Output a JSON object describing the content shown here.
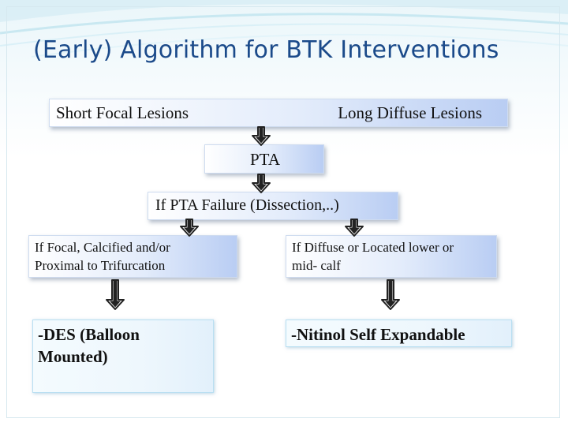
{
  "title": "(Early) Algorithm for BTK Interventions",
  "boxes": {
    "lesions": {
      "left_label": "Short Focal Lesions",
      "right_label": "Long Diffuse Lesions"
    },
    "pta": "PTA",
    "failure": "If PTA Failure (Dissection,..)",
    "focal_condition": {
      "line1": "If Focal, Calcified and/or",
      "line2": "Proximal to Trifurcation"
    },
    "diffuse_condition": {
      "line1": "If Diffuse or Located lower or",
      "line2": "mid- calf"
    },
    "des_result": {
      "line1": "-DES (Balloon",
      "line2": "Mounted)"
    },
    "nitinol_result": "-Nitinol Self Expandable"
  },
  "colors": {
    "title": "#1b4a8a",
    "box_gradient_end": "#b9cdf3",
    "result_box_border": "#b9dff2",
    "arrow": "#222222"
  }
}
